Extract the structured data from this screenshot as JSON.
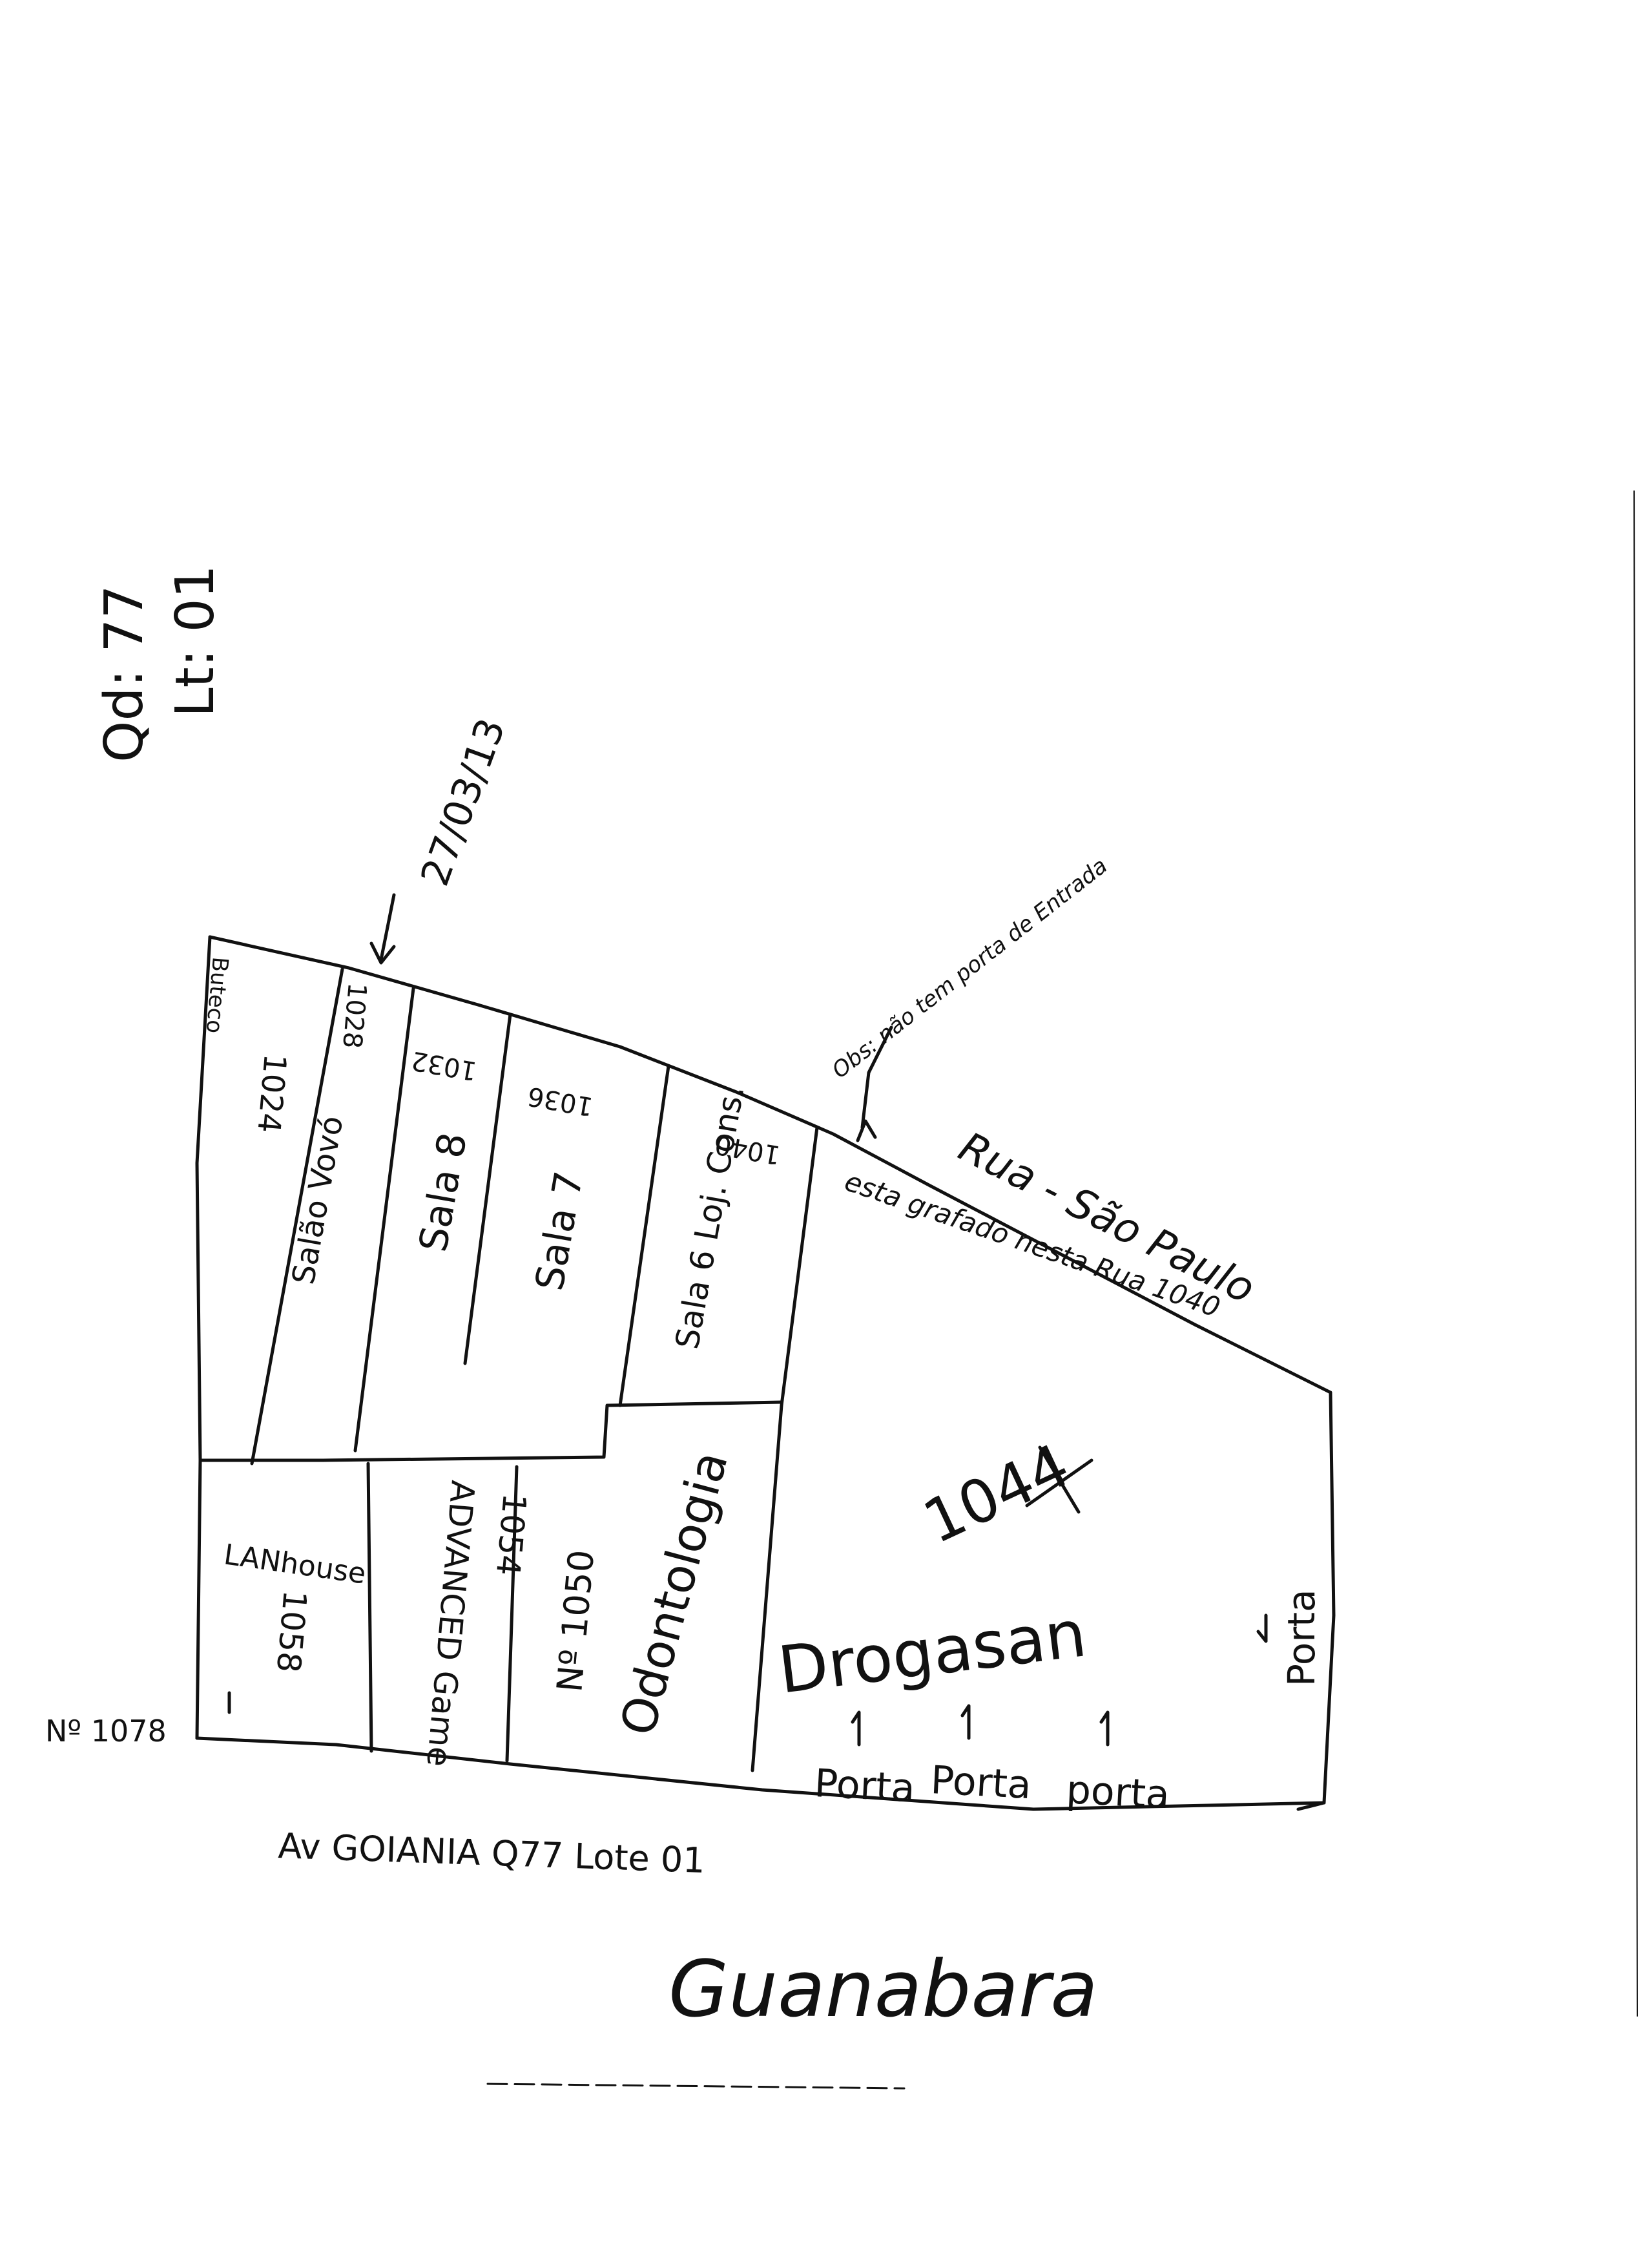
{
  "colors": {
    "ink": "#111111",
    "paper": "#ffffff"
  },
  "header": {
    "quadra": "Qd: 77",
    "lote": "Lt: 01",
    "date": "27/03/13"
  },
  "street_labels": {
    "rua": "Rua - São Paulo",
    "rua_note": "esta grafado nesta Rua 1040",
    "avenida": "Av GOIANIA Q77 Lote 01"
  },
  "notes": {
    "no_door": "Obs: não tem porta de Entrada"
  },
  "lots": {
    "lot_1024": {
      "num": "1024",
      "label": "Buteco"
    },
    "lot_1028": {
      "num": "1028",
      "label": "Salão Vovó"
    },
    "lot_1032": {
      "num": "1032",
      "label": "Sala 8"
    },
    "lot_1036": {
      "num": "1036",
      "label": "Sala 7"
    },
    "lot_1040": {
      "num": "1040",
      "label": "Sala 6 Loj. Cons."
    },
    "lot_1058": {
      "num": "1058",
      "label": "LANhouse"
    },
    "lot_1054": {
      "num": "1054",
      "label": "ADVANCED Game"
    },
    "lot_1050": {
      "num": "Nº 1050",
      "label": "Odontologia"
    },
    "lot_1044": {
      "num": "1044",
      "label": "Drogasan"
    }
  },
  "doors": {
    "porta_1": "Porta",
    "porta_2": "Porta",
    "porta_3": "porta",
    "porta_side": "Porta"
  },
  "corner_number": "Nº 1078",
  "signature": "Guanabara"
}
